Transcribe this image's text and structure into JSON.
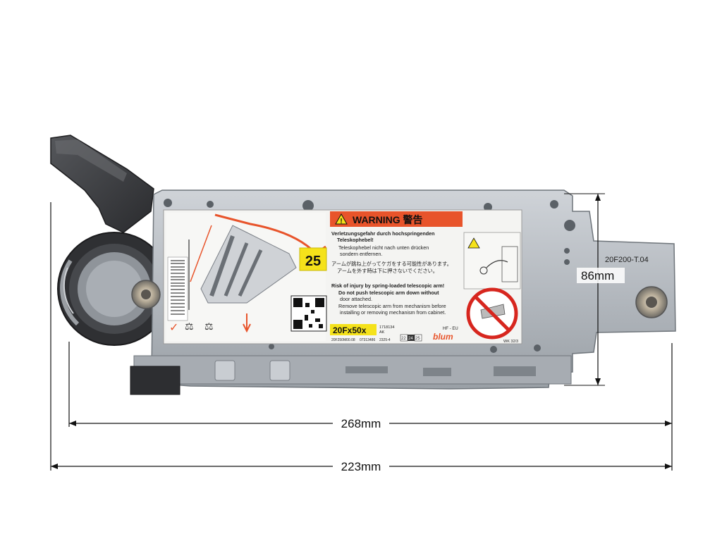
{
  "dimensions": {
    "height_label": "86mm",
    "width_label": "268mm",
    "length_label": "223mm"
  },
  "label": {
    "warning_title": "WARNING 警告",
    "power_factor": "25",
    "de_title": "Verletzungsgefahr durch hochspringenden",
    "de_title2": "Teleskophebel!",
    "de_line1": "Teleskophebel nicht nach unten drücken",
    "de_line2": "sondern entfernen.",
    "jp_line1": "アームが跳ね上がってケガをする可能性があります。",
    "jp_line2": "アームを外す時は下に押さないでください。",
    "en_title": "Risk of injury by spring-loaded telescopic arm!",
    "en_line1": "Do not push telescopic arm down without",
    "en_line2": "door attached.",
    "en_line3": "Remove telescopic arm from mechanism before",
    "en_line4": "installing or removing mechanism from cabinet.",
    "model": "20Fx50x",
    "code1": "1718134",
    "code2": "AK",
    "code3": "20F250M00.08",
    "code4": "07313486",
    "code5": "2325-4",
    "hf": "HF - EU",
    "brand": "blum",
    "range_a": "22",
    "range_b": "24",
    "range_c": "25",
    "part_no": "20F200-T.04",
    "small_code": "WK 32/3"
  },
  "colors": {
    "metal": "#b9bec4",
    "plastic": "#3a3b3e",
    "warning_orange": "#e8542b",
    "power_yellow": "#f5e21a",
    "label_white": "#f4f4f2"
  }
}
